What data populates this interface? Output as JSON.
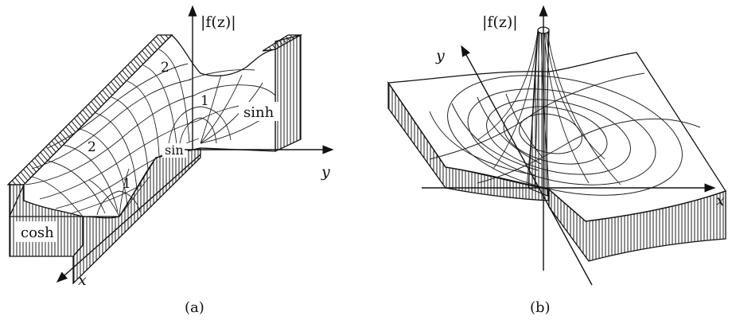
{
  "panel_a": {
    "axis_z_label": "|f(z)|",
    "axis_x_label": "x",
    "axis_y_label": "y",
    "region_labels": {
      "cosh": "cosh",
      "sinh": "sinh",
      "sin": "sin"
    },
    "contour_labels": {
      "left_1": "1",
      "left_2": "2",
      "right_1": "1",
      "right_2": "2"
    },
    "caption": "(a)"
  },
  "panel_b": {
    "axis_z_label": "|f(z)|",
    "axis_x_label": "x",
    "axis_y_label": "y",
    "caption": "(b)"
  }
}
